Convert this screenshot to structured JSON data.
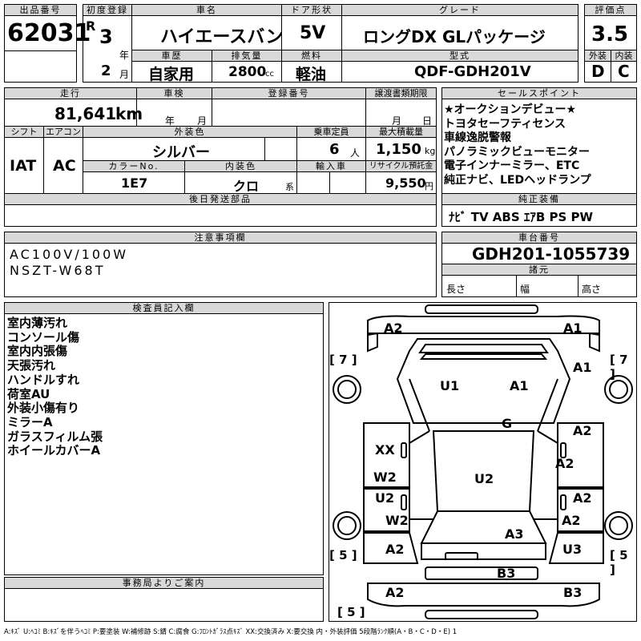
{
  "lot": {
    "label": "出品番号",
    "value": "62031"
  },
  "first_reg": {
    "label": "初度登録",
    "era": "R",
    "year": "3",
    "year_unit": "年",
    "month": "2",
    "month_unit": "月"
  },
  "car_name": {
    "label": "車名",
    "value": "ハイエースバン"
  },
  "door": {
    "label": "ドア形状",
    "value": "5V"
  },
  "grade": {
    "label": "グレード",
    "value": "ロングDX GLパッケージ"
  },
  "score": {
    "label": "評価点",
    "value": "3.5",
    "ext_label": "外装",
    "ext": "D",
    "int_label": "内装",
    "int": "C"
  },
  "history": {
    "label": "車歴",
    "value": "自家用"
  },
  "displacement": {
    "label": "排気量",
    "value": "2800",
    "unit": "cc"
  },
  "fuel": {
    "label": "燃料",
    "value": "軽油"
  },
  "model": {
    "label": "型式",
    "value": "QDF-GDH201V"
  },
  "mileage": {
    "label": "走行",
    "value": "81,641",
    "unit": "km"
  },
  "inspection": {
    "label": "車検",
    "year_unit": "年",
    "month_unit": "月"
  },
  "reg_no": {
    "label": "登録番号"
  },
  "transfer": {
    "label": "譲渡書類期限",
    "month_unit": "月",
    "day_unit": "日"
  },
  "shift": {
    "label": "シフト",
    "value": "IAT"
  },
  "aircon": {
    "label": "エアコン",
    "value": "AC"
  },
  "ext_color": {
    "label": "外装色",
    "value": "シルバー"
  },
  "capacity": {
    "label": "乗車定員",
    "value": "6",
    "unit": "人"
  },
  "max_load": {
    "label": "最大積載量",
    "value": "1,150",
    "unit": "kg"
  },
  "color_no": {
    "label": "カラーNo.",
    "value": "1E7"
  },
  "int_color": {
    "label": "内装色",
    "value": "クロ",
    "unit": "系"
  },
  "import": {
    "label": "輸入車"
  },
  "recycle": {
    "label": "リサイクル預託金",
    "value": "9,550",
    "unit": "円"
  },
  "later_parts": {
    "label": "後日発送部品"
  },
  "sales_points": {
    "label": "セールスポイント",
    "items": [
      "★オークションデビュー★",
      "トヨタセーフティセンス",
      "車線逸脱警報",
      "パノラミックビューモニター",
      "電子インナーミラー、ETC",
      "純正ナビ、LEDヘッドランプ"
    ]
  },
  "equipment": {
    "label": "純正装備",
    "value": "ﾅﾋﾞ TV ABS ｴｱB PS PW"
  },
  "notes": {
    "label": "注意事項欄",
    "lines": [
      "AC100V/100W",
      "NSZT-W68T"
    ]
  },
  "chassis": {
    "label": "車台番号",
    "value": "GDH201-1055739",
    "dims_label": "諸元",
    "length": "長さ",
    "width": "幅",
    "height": "高さ"
  },
  "inspector": {
    "label": "検査員記入欄",
    "lines": [
      "室内薄汚れ",
      "コンソール傷",
      "室内内張傷",
      "天張汚れ",
      "ハンドルすれ",
      "荷室AU",
      "外装小傷有り",
      "ミラーA",
      "ガラスフィルム張",
      "ホイールカバーA"
    ]
  },
  "office": {
    "label": "事務局よりご案内"
  },
  "diagram_marks": [
    {
      "id": "a2-front-left",
      "text": "A2"
    },
    {
      "id": "a1-front-right",
      "text": "A1"
    },
    {
      "id": "a1-right-fender",
      "text": "A1"
    },
    {
      "id": "u1-hood",
      "text": "U1"
    },
    {
      "id": "a1-hood",
      "text": "A1"
    },
    {
      "id": "g-windshield",
      "text": "G"
    },
    {
      "id": "a2-right-door1",
      "text": "A2"
    },
    {
      "id": "xx-left-door",
      "text": "XX"
    },
    {
      "id": "a2-right-door2",
      "text": "A2"
    },
    {
      "id": "w2-left-side",
      "text": "W2"
    },
    {
      "id": "u2-roof",
      "text": "U2"
    },
    {
      "id": "u2-left-side",
      "text": "U2"
    },
    {
      "id": "a2-right-side",
      "text": "A2"
    },
    {
      "id": "w2-left-rear",
      "text": "W2"
    },
    {
      "id": "a2-right-rear",
      "text": "A2"
    },
    {
      "id": "a3-rear",
      "text": "A3"
    },
    {
      "id": "a2-left-quarter",
      "text": "A2"
    },
    {
      "id": "u3-right-quarter",
      "text": "U3"
    },
    {
      "id": "b3-back",
      "text": "B3"
    },
    {
      "id": "a2-rear-left",
      "text": "A2"
    },
    {
      "id": "b3-rear-right",
      "text": "B3"
    }
  ],
  "tires": [
    {
      "id": "tire-front-left",
      "text": "[ 7 ]"
    },
    {
      "id": "tire-front-right",
      "text": "[ 7 ]"
    },
    {
      "id": "tire-rear-left",
      "text": "[ 5 ]"
    },
    {
      "id": "tire-rear-right",
      "text": "[ 5 ]"
    },
    {
      "id": "tire-spare",
      "text": "[ 5 ]"
    }
  ],
  "legend": "A:ｷｽﾞ U:ﾍｺﾐ B:ｷｽﾞを伴うﾍｺﾐ P:要塗装 W:補修跡 S:錆 C:腐食 G:ﾌﾛﾝﾄｶﾞﾗｽ点ｷｽﾞ XX:交換済み X:要交換 内・外装評価 5段階ﾗﾝｸ順(A・B・C・D・E) 1"
}
